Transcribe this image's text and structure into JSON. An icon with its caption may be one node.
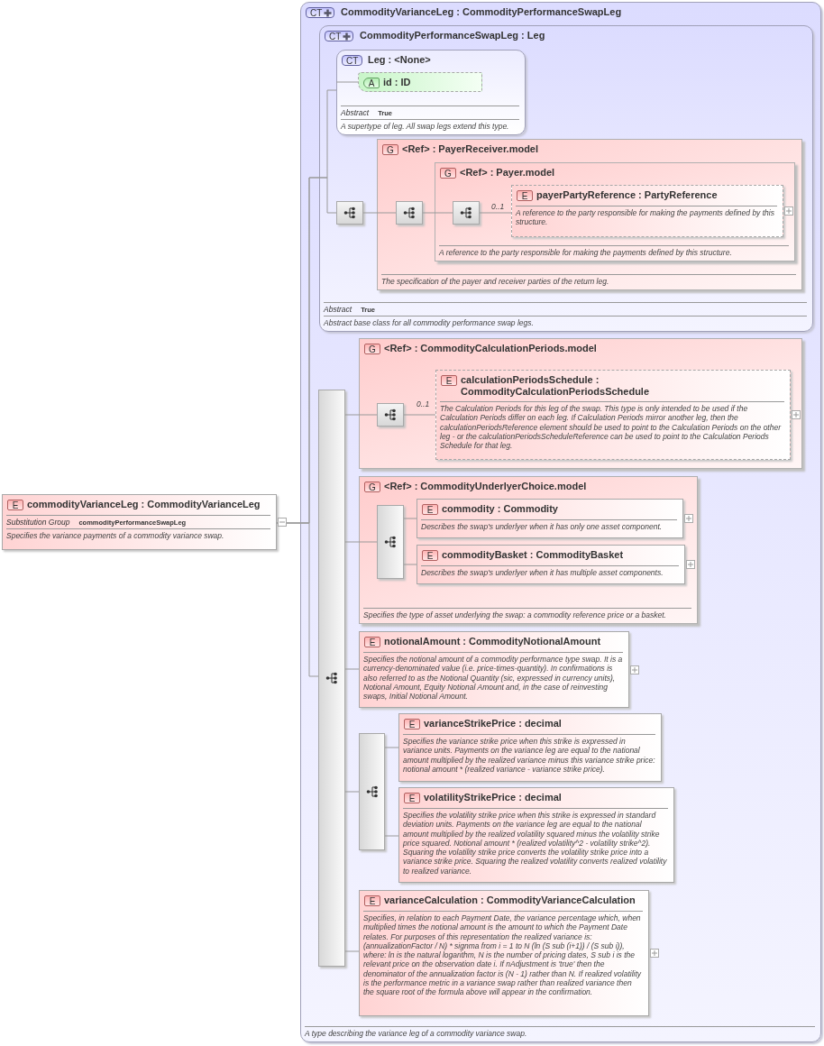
{
  "diagram": {
    "nodes": [
      {
        "text": [
          "E",
          "commodityVarianceLeg : CommodityVarianceLeg",
          "Substitution Group",
          "commodityPerformanceSwapLeg",
          "Specifies the variance payments of a commodity variance swap."
        ]
      },
      {
        "text": [
          "CT",
          "CommodityVarianceLeg : CommodityPerformanceSwapLeg",
          "A type describing the variance leg of a commodity variance swap."
        ]
      },
      {
        "text": [
          "CT",
          "CommodityPerformanceSwapLeg : Leg",
          "Abstract",
          "True",
          "Abstract base class for all commodity performance swap legs."
        ],
        "in": 1
      },
      {
        "text": [
          "CT",
          "Leg : <None>",
          "Abstract",
          "True",
          "A supertype of leg. All swap legs extend this type."
        ],
        "in": 2
      },
      {
        "text": [
          "A",
          "id : ID"
        ],
        "in": 3
      },
      {
        "text": [],
        "shape": "box",
        "in": 2
      },
      {
        "text": [
          "G",
          "<Ref> : PayerReceiver.model",
          "The specification of the payer and receiver parties of the return leg."
        ],
        "in": 2
      },
      {
        "text": [],
        "shape": "box",
        "in": 6
      },
      {
        "text": [
          "G",
          "<Ref> : Payer.model",
          "A reference to the party responsible for making the payments defined by this structure."
        ],
        "in": 6
      },
      {
        "text": [],
        "shape": "box",
        "in": 8
      },
      {
        "text": [
          "E",
          "payerPartyReference : PartyReference",
          "A reference to the party responsible for making the payments defined by this structure."
        ],
        "in": 8
      },
      {
        "text": [],
        "shape": "bar",
        "in": 1
      },
      {
        "text": [
          "G",
          "<Ref> : CommodityCalculationPeriods.model"
        ],
        "in": 1
      },
      {
        "text": [],
        "shape": "box",
        "in": 12
      },
      {
        "text": [
          "E",
          "calculationPeriodsSchedule : CommodityCalculationPeriodsSchedule",
          "The Calculation Periods for this leg of the swap. This type is only intended to be used if the Calculation Periods differ on each leg. If Calculation Periods mirror another leg, then the calculationPeriodsReference element should be used to point to the Calculation Periods on the other leg - or the calculationPeriodsScheduleReference can be used to point to the Calculation Periods Schedule for that leg."
        ],
        "in": 12
      },
      {
        "text": [
          "G",
          "<Ref> : CommodityUnderlyerChoice.model",
          "Specifies the type of asset underlying the swap: a commodity reference price or a basket."
        ],
        "in": 1
      },
      {
        "text": [],
        "shape": "bar",
        "in": 15
      },
      {
        "text": [
          "E",
          "commodity : Commodity",
          "Describes the swap's underlyer when it has only one asset component."
        ],
        "in": 15
      },
      {
        "text": [
          "E",
          "commodityBasket : CommodityBasket",
          "Describes the swap's underlyer when it has multiple asset components."
        ],
        "in": 15
      },
      {
        "text": [
          "E",
          "notionalAmount : CommodityNotionalAmount",
          "Specifies the notional amount of a commodity performance type swap. It is a currency-denominated value (i.e. price-times-quantity). In confirmations is also referred to as the Notional Quantity (sic, expressed in currency units), Notional Amount, Equity Notional Amount and, in the case of reinvesting swaps, Initial Notional Amount."
        ],
        "in": 1
      },
      {
        "text": [],
        "shape": "bar",
        "in": 1
      },
      {
        "text": [
          "E",
          "varianceStrikePrice : decimal",
          "Specifies the variance strike price when this strike is expressed in variance units. Payments on the variance leg are equal to the national amount multiplied by the realized variance minus this variance strike price: notional amount * (realized variance - variance strike price)."
        ],
        "in": 1
      },
      {
        "text": [
          "E",
          "volatilityStrikePrice : decimal",
          "Specifies the volatility strike price when this strike is expressed in standard deviation units. Payments on the variance leg are equal to the national amount multiplied by the realized volatility squared minus the volatility strike price squared. Notional amount * (realized volatility^2 - volatility strike^2). Squaring the volatility strike price converts the volatility strike price into a variance strike price. Squaring the realized volatility converts realized volatility to realized variance."
        ],
        "in": 1
      },
      {
        "text": [
          "E",
          "varianceCalculation : CommodityVarianceCalculation",
          "Specifies, in relation to each Payment Date, the variance percentage which, when multiplied times the notional amount is the amount to which the Payment Date relates. For purposes of this representation the realized variance is: (annualizationFactor / N) * signma from i = 1 to N (ln (S sub (i+1)) / (S sub i)), where: ln is the natural logarithm, N is the number of pricing dates, S sub i is the relevant price on the observation date i. If nAdjustment is 'true' then the denominator of the annualization factor is (N - 1) rather than N. If realized volatility is the performance metric in a variance swap rather than realized variance then the square root of the formula above will appear in the confirmation."
        ],
        "in": 1
      }
    ],
    "edges": [
      {
        "from": 0,
        "to": 3,
        "arrow": "none"
      },
      {
        "from": 0,
        "to": 5,
        "arrow": "none"
      },
      {
        "from": 0,
        "to": 11,
        "arrow": "none"
      },
      {
        "from": 3,
        "to": 4,
        "arrow": "none"
      },
      {
        "from": 5,
        "to": 7,
        "arrow": "none"
      },
      {
        "from": 7,
        "to": 9,
        "arrow": "none"
      },
      {
        "from": 9,
        "to": 10,
        "arrow": "none",
        "label": "0..1"
      },
      {
        "from": 11,
        "to": 13,
        "arrow": "none"
      },
      {
        "from": 13,
        "to": 14,
        "arrow": "none",
        "label": "0..1"
      },
      {
        "from": 11,
        "to": 16,
        "arrow": "none"
      },
      {
        "from": 16,
        "to": 17,
        "arrow": "none"
      },
      {
        "from": 16,
        "to": 18,
        "arrow": "none"
      },
      {
        "from": 11,
        "to": 19,
        "arrow": "none"
      },
      {
        "from": 11,
        "to": 20,
        "arrow": "none"
      },
      {
        "from": 20,
        "to": 21,
        "arrow": "none"
      },
      {
        "from": 20,
        "to": 22,
        "arrow": "none"
      },
      {
        "from": 11,
        "to": 23,
        "arrow": "none"
      }
    ]
  }
}
